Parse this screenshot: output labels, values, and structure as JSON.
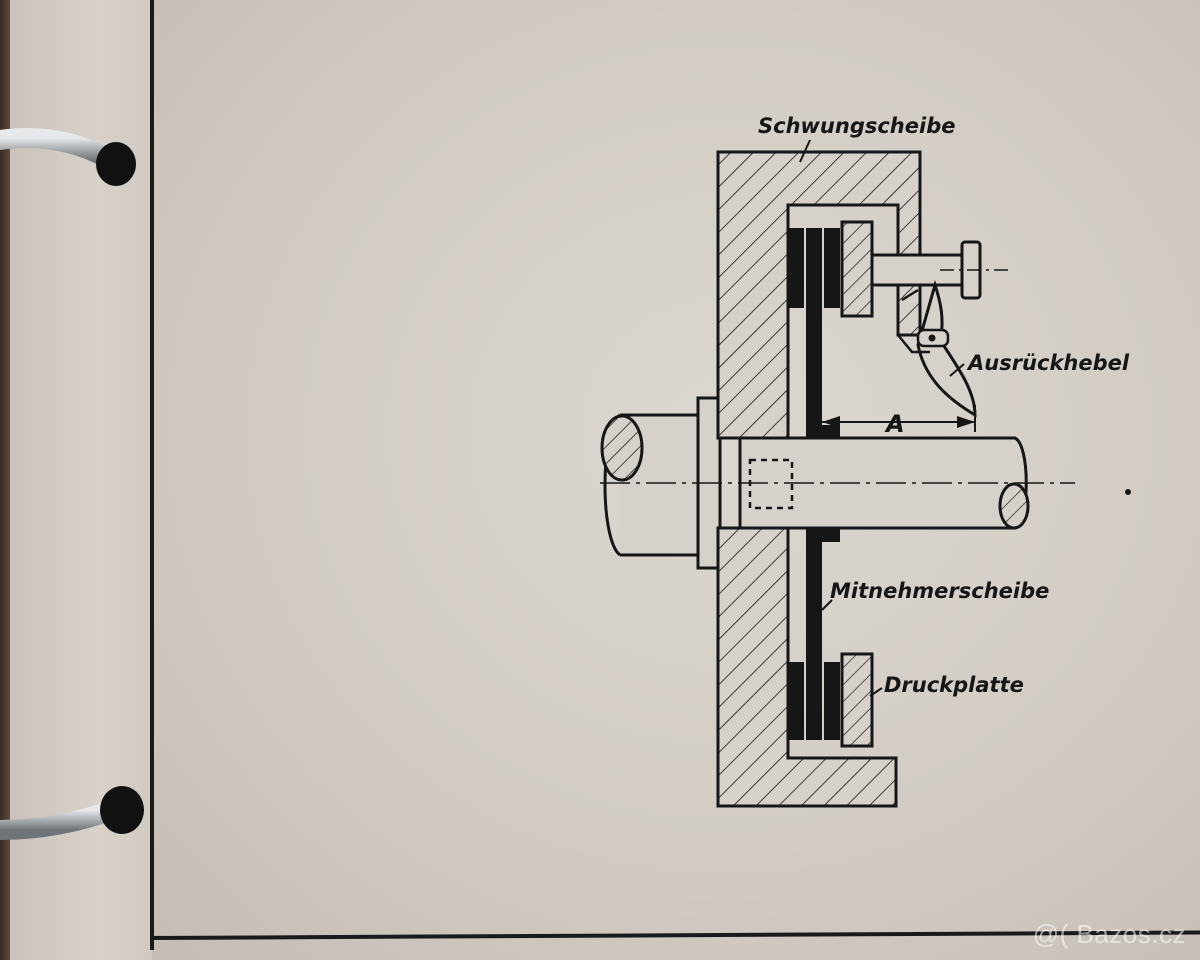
{
  "labels": {
    "flywheel": "Schwungscheibe",
    "release_lever": "Ausrückhebel",
    "dimension": "A",
    "clutch_disc": "Mitnehmerscheibe",
    "pressure_plate": "Druckplatte"
  },
  "watermark": "@( Bazos.cz",
  "colors": {
    "ink": "#161616",
    "paper": "#d8d3cc",
    "binder_ring": "#b9bdc0"
  }
}
